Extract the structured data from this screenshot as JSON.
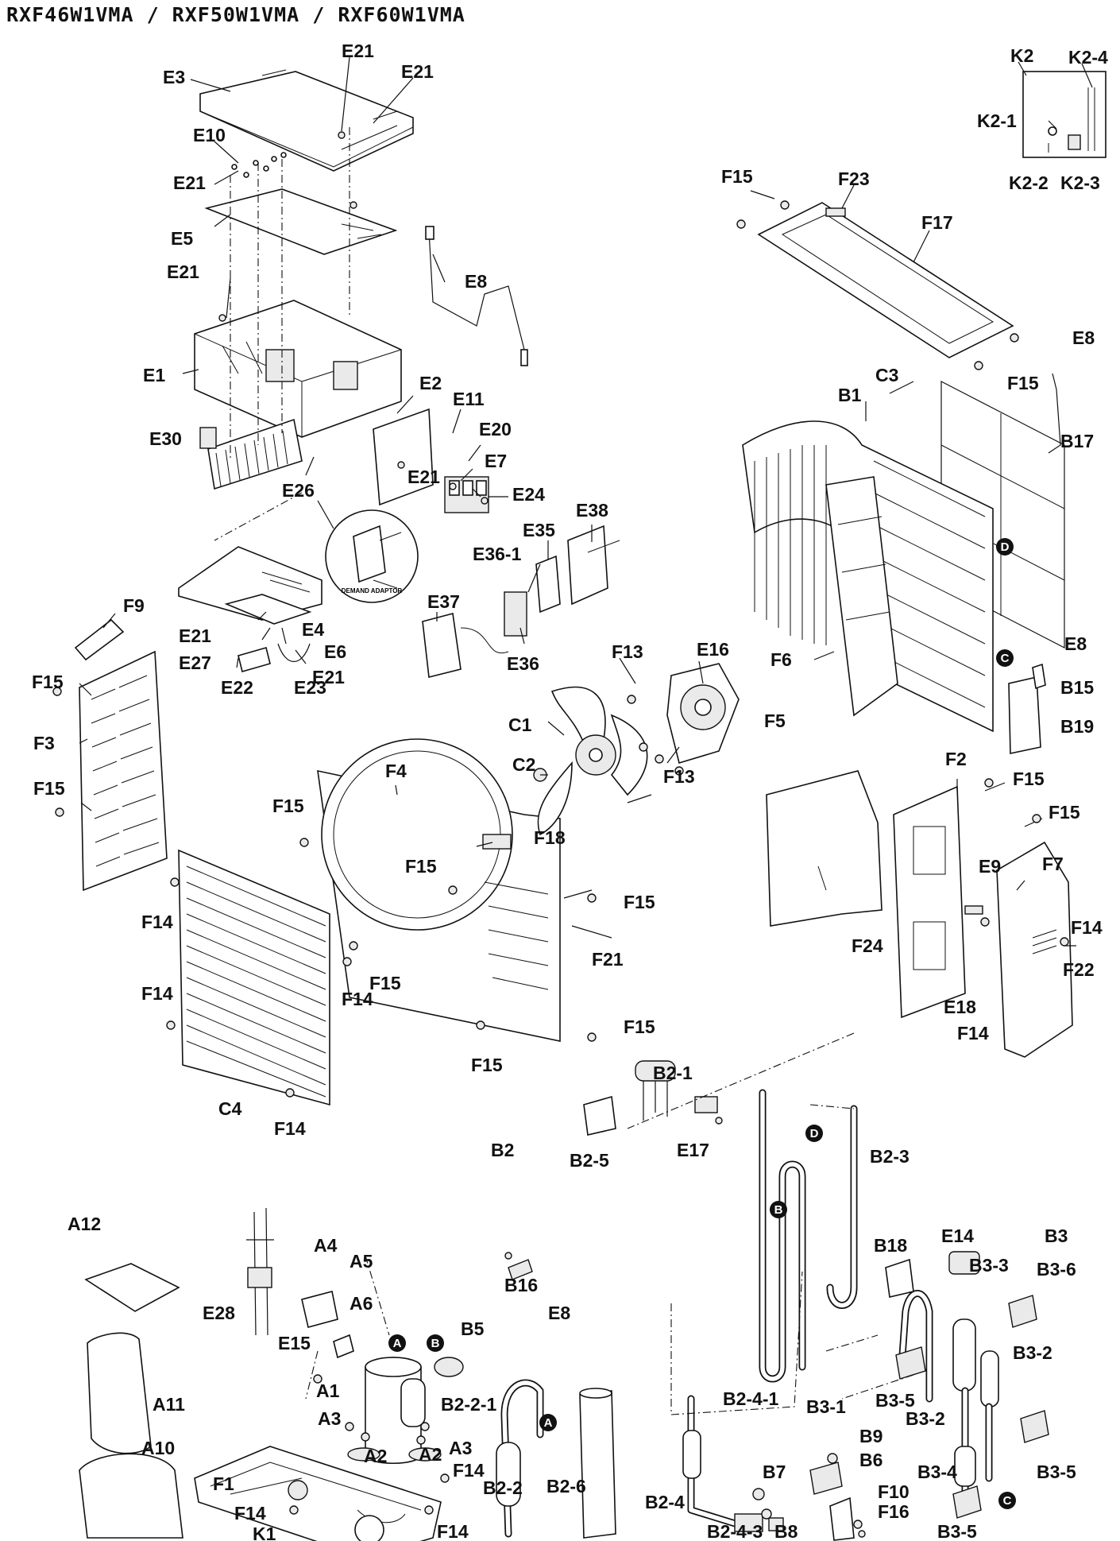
{
  "title": "RXF46W1VMA / RXF50W1VMA / RXF60W1VMA",
  "demand_adaptor_label": "DEMAND ADAPTOR",
  "markers": [
    "A",
    "B",
    "C",
    "D"
  ],
  "labels": [
    {
      "id": "E3",
      "text": "E3"
    },
    {
      "id": "E21a",
      "text": "E21"
    },
    {
      "id": "E21b",
      "text": "E21"
    },
    {
      "id": "E10",
      "text": "E10"
    },
    {
      "id": "E21c",
      "text": "E21"
    },
    {
      "id": "E5",
      "text": "E5"
    },
    {
      "id": "E21d",
      "text": "E21"
    },
    {
      "id": "E8a",
      "text": "E8"
    },
    {
      "id": "E1",
      "text": "E1"
    },
    {
      "id": "E2",
      "text": "E2"
    },
    {
      "id": "E11",
      "text": "E11"
    },
    {
      "id": "E20",
      "text": "E20"
    },
    {
      "id": "E30",
      "text": "E30"
    },
    {
      "id": "E7",
      "text": "E7"
    },
    {
      "id": "E26",
      "text": "E26"
    },
    {
      "id": "E21e",
      "text": "E21"
    },
    {
      "id": "E24",
      "text": "E24"
    },
    {
      "id": "E38",
      "text": "E38"
    },
    {
      "id": "E35",
      "text": "E35"
    },
    {
      "id": "E36-1",
      "text": "E36-1"
    },
    {
      "id": "E37",
      "text": "E37"
    },
    {
      "id": "E36",
      "text": "E36"
    },
    {
      "id": "F9",
      "text": "F9"
    },
    {
      "id": "E4",
      "text": "E4"
    },
    {
      "id": "E21f",
      "text": "E21"
    },
    {
      "id": "E6",
      "text": "E6"
    },
    {
      "id": "E27",
      "text": "E27"
    },
    {
      "id": "E21g",
      "text": "E21"
    },
    {
      "id": "E22",
      "text": "E22"
    },
    {
      "id": "E23",
      "text": "E23"
    },
    {
      "id": "F15a",
      "text": "F15"
    },
    {
      "id": "F3",
      "text": "F3"
    },
    {
      "id": "F15b",
      "text": "F15"
    },
    {
      "id": "F4",
      "text": "F4"
    },
    {
      "id": "F15c",
      "text": "F15"
    },
    {
      "id": "F18",
      "text": "F18"
    },
    {
      "id": "F15d",
      "text": "F15"
    },
    {
      "id": "F15e",
      "text": "F15"
    },
    {
      "id": "F14a",
      "text": "F14"
    },
    {
      "id": "F21",
      "text": "F21"
    },
    {
      "id": "F15f",
      "text": "F15"
    },
    {
      "id": "F14b",
      "text": "F14"
    },
    {
      "id": "F14c",
      "text": "F14"
    },
    {
      "id": "F15g",
      "text": "F15"
    },
    {
      "id": "F15h",
      "text": "F15"
    },
    {
      "id": "C4",
      "text": "C4"
    },
    {
      "id": "F14d",
      "text": "F14"
    },
    {
      "id": "E16",
      "text": "E16"
    },
    {
      "id": "F13a",
      "text": "F13"
    },
    {
      "id": "C1",
      "text": "C1"
    },
    {
      "id": "C2",
      "text": "C2"
    },
    {
      "id": "F13b",
      "text": "F13"
    },
    {
      "id": "K2",
      "text": "K2"
    },
    {
      "id": "K2-4",
      "text": "K2-4"
    },
    {
      "id": "K2-1",
      "text": "K2-1"
    },
    {
      "id": "K2-2",
      "text": "K2-2"
    },
    {
      "id": "K2-3",
      "text": "K2-3"
    },
    {
      "id": "F15i",
      "text": "F15"
    },
    {
      "id": "F23",
      "text": "F23"
    },
    {
      "id": "F17",
      "text": "F17"
    },
    {
      "id": "E8b",
      "text": "E8"
    },
    {
      "id": "C3",
      "text": "C3"
    },
    {
      "id": "F15j",
      "text": "F15"
    },
    {
      "id": "B1",
      "text": "B1"
    },
    {
      "id": "B17",
      "text": "B17"
    },
    {
      "id": "F6",
      "text": "F6"
    },
    {
      "id": "E8c",
      "text": "E8"
    },
    {
      "id": "B15",
      "text": "B15"
    },
    {
      "id": "F5",
      "text": "F5"
    },
    {
      "id": "B19",
      "text": "B19"
    },
    {
      "id": "F2",
      "text": "F2"
    },
    {
      "id": "F15k",
      "text": "F15"
    },
    {
      "id": "F15l",
      "text": "F15"
    },
    {
      "id": "E9",
      "text": "E9"
    },
    {
      "id": "F7",
      "text": "F7"
    },
    {
      "id": "F14e",
      "text": "F14"
    },
    {
      "id": "F24",
      "text": "F24"
    },
    {
      "id": "F22",
      "text": "F22"
    },
    {
      "id": "E18",
      "text": "E18"
    },
    {
      "id": "F14f",
      "text": "F14"
    },
    {
      "id": "B2-1",
      "text": "B2-1"
    },
    {
      "id": "B2",
      "text": "B2"
    },
    {
      "id": "E17",
      "text": "E17"
    },
    {
      "id": "B2-3",
      "text": "B2-3"
    },
    {
      "id": "B2-5",
      "text": "B2-5"
    },
    {
      "id": "A12",
      "text": "A12"
    },
    {
      "id": "A4",
      "text": "A4"
    },
    {
      "id": "A5",
      "text": "A5"
    },
    {
      "id": "A6",
      "text": "A6"
    },
    {
      "id": "B16",
      "text": "B16"
    },
    {
      "id": "E8d",
      "text": "E8"
    },
    {
      "id": "B5",
      "text": "B5"
    },
    {
      "id": "E28",
      "text": "E28"
    },
    {
      "id": "E15",
      "text": "E15"
    },
    {
      "id": "A1",
      "text": "A1"
    },
    {
      "id": "B2-2-1",
      "text": "B2-2-1"
    },
    {
      "id": "A3a",
      "text": "A3"
    },
    {
      "id": "A3b",
      "text": "A3"
    },
    {
      "id": "A11",
      "text": "A11"
    },
    {
      "id": "A2a",
      "text": "A2"
    },
    {
      "id": "A2b",
      "text": "A2"
    },
    {
      "id": "A10",
      "text": "A10"
    },
    {
      "id": "F1",
      "text": "F1"
    },
    {
      "id": "F14g",
      "text": "F14"
    },
    {
      "id": "B2-2",
      "text": "B2-2"
    },
    {
      "id": "B2-6",
      "text": "B2-6"
    },
    {
      "id": "F14h",
      "text": "F14"
    },
    {
      "id": "F14i",
      "text": "F14"
    },
    {
      "id": "K1",
      "text": "K1"
    },
    {
      "id": "B18",
      "text": "B18"
    },
    {
      "id": "E14",
      "text": "E14"
    },
    {
      "id": "B3",
      "text": "B3"
    },
    {
      "id": "B3-3",
      "text": "B3-3"
    },
    {
      "id": "B3-6",
      "text": "B3-6"
    },
    {
      "id": "B3-2a",
      "text": "B3-2"
    },
    {
      "id": "B3-5a",
      "text": "B3-5"
    },
    {
      "id": "B3-2b",
      "text": "B3-2"
    },
    {
      "id": "B2-4-1",
      "text": "B2-4-1"
    },
    {
      "id": "B3-1",
      "text": "B3-1"
    },
    {
      "id": "B9",
      "text": "B9"
    },
    {
      "id": "B6",
      "text": "B6"
    },
    {
      "id": "B3-4",
      "text": "B3-4"
    },
    {
      "id": "B3-5b",
      "text": "B3-5"
    },
    {
      "id": "B7",
      "text": "B7"
    },
    {
      "id": "F10",
      "text": "F10"
    },
    {
      "id": "F16",
      "text": "F16"
    },
    {
      "id": "B2-4",
      "text": "B2-4"
    },
    {
      "id": "B2-4-3",
      "text": "B2-4-3"
    },
    {
      "id": "B8",
      "text": "B8"
    },
    {
      "id": "B3-5c",
      "text": "B3-5"
    }
  ]
}
